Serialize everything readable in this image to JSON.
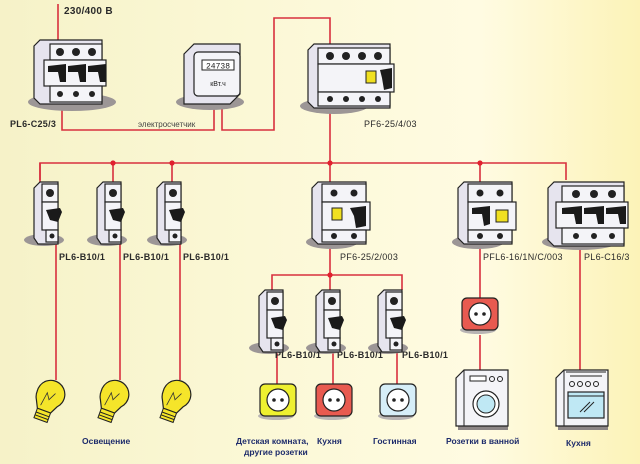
{
  "diagram": {
    "supply_voltage": "230/400 В",
    "colors": {
      "wire": "#d8303e",
      "node": "#e0202e",
      "device_body": "#f4f4f8",
      "device_outline": "#222222",
      "toggle": "#1a1a1a",
      "test_button": "#f0e020",
      "shadow": "#9c9696",
      "socket_yellow": "#eef030",
      "socket_red": "#e85a50",
      "socket_blue": "#d6eef8",
      "bulb": "#f5e52a",
      "caption_blue": "#1d2b6b"
    },
    "main_breaker": {
      "label": "PL6-C25/3",
      "poles": 3
    },
    "meter": {
      "label": "электросчетчик",
      "reading": "24738",
      "unit": "кВт.ч"
    },
    "main_rcd": {
      "label": "PF6-25/4/03",
      "poles": 4
    },
    "branches": [
      {
        "breaker": "PL6-B10/1",
        "load": "lamp"
      },
      {
        "breaker": "PL6-B10/1",
        "load": "lamp"
      },
      {
        "breaker": "PL6-B10/1",
        "load": "lamp"
      },
      {
        "breaker": "PF6-25/2/003",
        "type": "rcd-2p",
        "sub_branches": [
          {
            "breaker": "PL6-B10/1",
            "load": "socket-yellow",
            "caption": "Детская комната, другие розетки"
          },
          {
            "breaker": "PL6-B10/1",
            "load": "socket-red",
            "caption": "Кухня"
          },
          {
            "breaker": "PL6-B10/1",
            "load": "socket-blue",
            "caption": "Гостинная"
          }
        ]
      },
      {
        "breaker": "PFL6-16/1N/C/003",
        "type": "rcbo",
        "load": "socket-red + washing-machine",
        "caption": "Розетки в ванной"
      },
      {
        "breaker": "PL6-C16/3",
        "type": "mcb-3p",
        "load": "stove",
        "caption": "Кухня"
      }
    ],
    "captions": {
      "lighting": "Освещение",
      "children_room": "Детская комната,",
      "other_sockets": "другие розетки",
      "kitchen_sockets": "Кухня",
      "living_room": "Гостинная",
      "bathroom": "Розетки в ванной",
      "kitchen_stove": "Кухня"
    }
  }
}
